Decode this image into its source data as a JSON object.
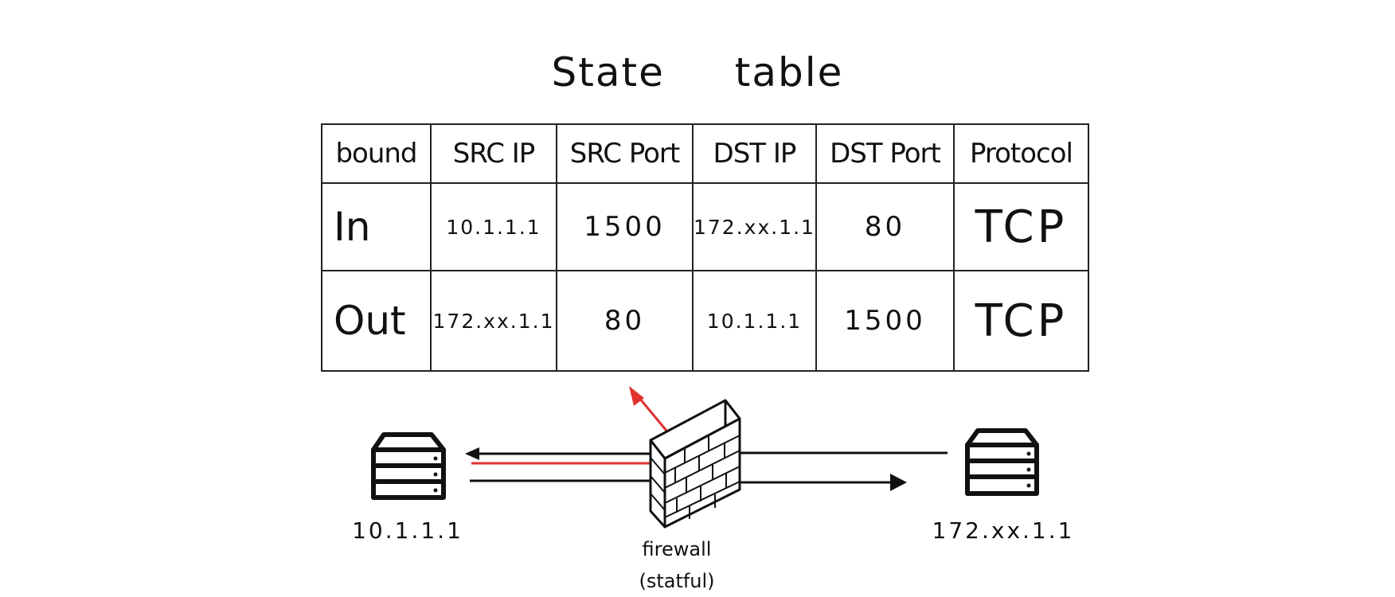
{
  "title": "State table",
  "table": {
    "headers": [
      "bound",
      "SRC IP",
      "SRC Port",
      "DST IP",
      "DST Port",
      "Protocol"
    ],
    "rows": [
      [
        "In",
        "10.1.1.1",
        "1500",
        "172.xx.1.1",
        "80",
        "TCP"
      ],
      [
        "Out",
        "172.xx.1.1",
        "80",
        "10.1.1.1",
        "1500",
        "TCP"
      ]
    ]
  },
  "nodes": {
    "left_server": {
      "label": "10.1.1.1",
      "icon": "server-icon"
    },
    "right_server": {
      "label": "172.xx.1.1",
      "icon": "server-icon"
    },
    "firewall": {
      "label": "firewall",
      "sublabel": "(statful)",
      "icon": "firewall-icon"
    }
  },
  "colors": {
    "ink": "#111111",
    "blocked": "#e0322f"
  }
}
